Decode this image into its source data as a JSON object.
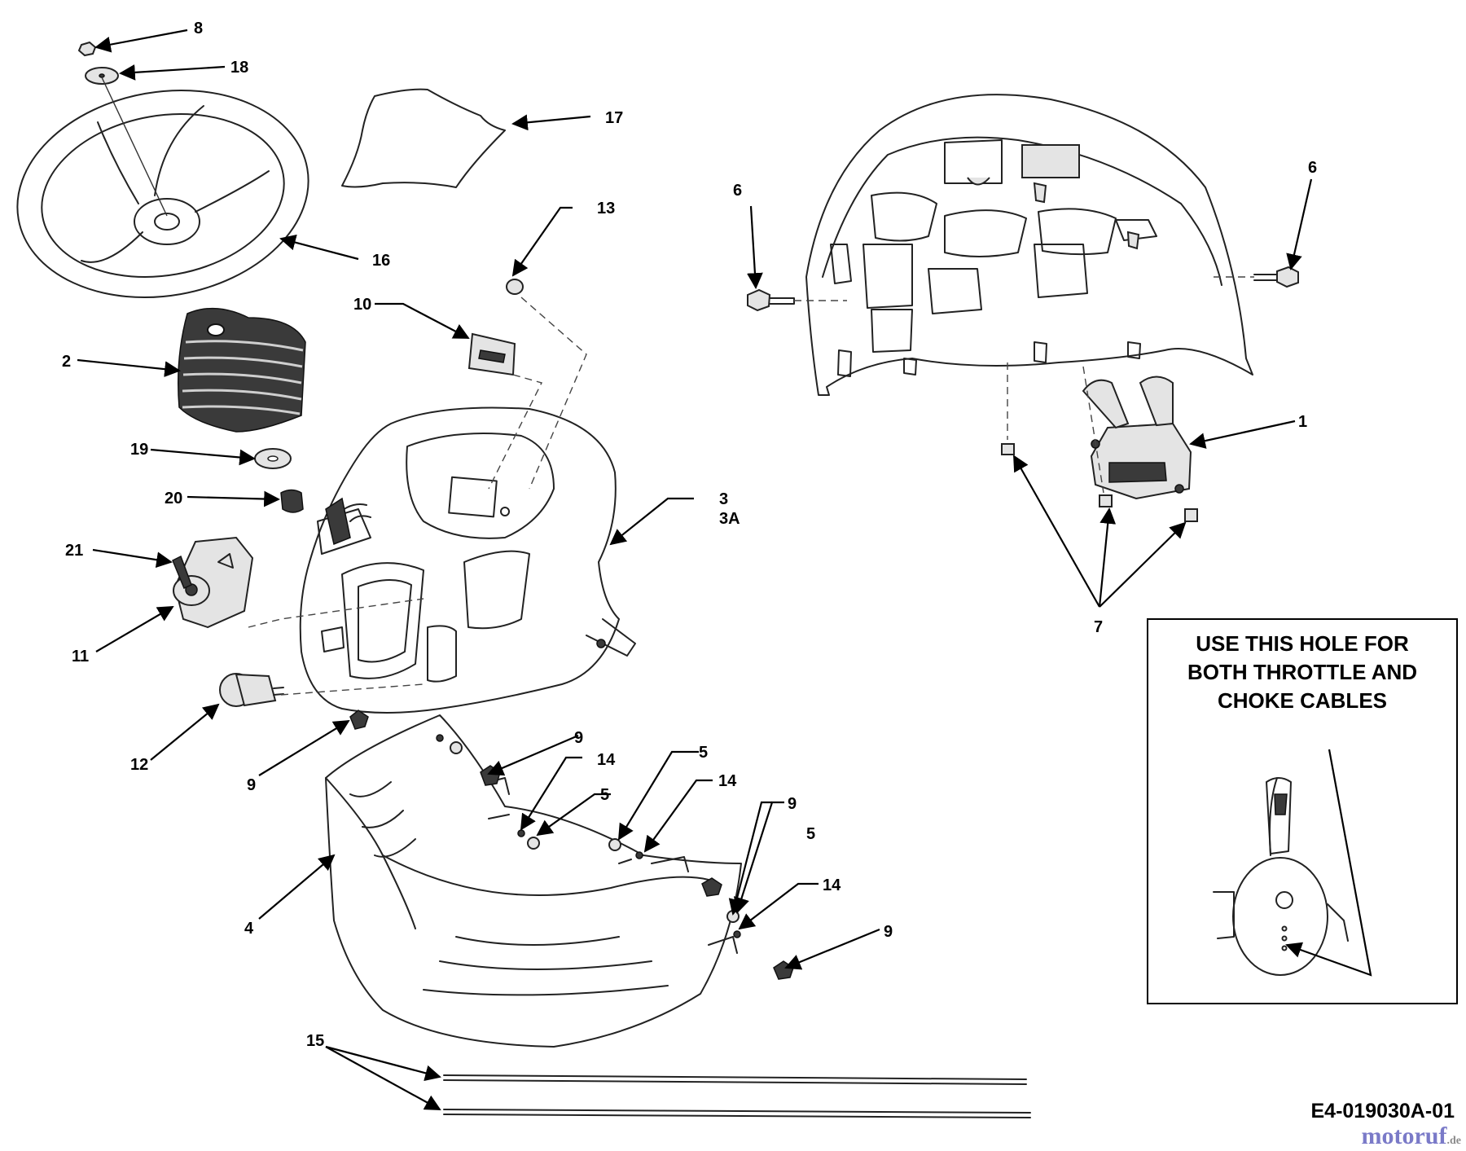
{
  "callouts": [
    "1",
    "2",
    "3",
    "3A",
    "4",
    "5",
    "6",
    "7",
    "8",
    "9",
    "10",
    "11",
    "12",
    "13",
    "14",
    "15",
    "16",
    "17",
    "18",
    "19",
    "20",
    "21"
  ],
  "note": {
    "text": "USE THIS HOLE FOR\nBOTH THROTTLE AND\nCHOKE CABLES"
  },
  "drawing_number": "E4-019030A-01",
  "watermark": {
    "main": "motoruf",
    "suffix": ".de"
  },
  "colors": {
    "ink": "#222222",
    "shade": "#e4e4e4",
    "watermark": "#7a7ac8"
  }
}
